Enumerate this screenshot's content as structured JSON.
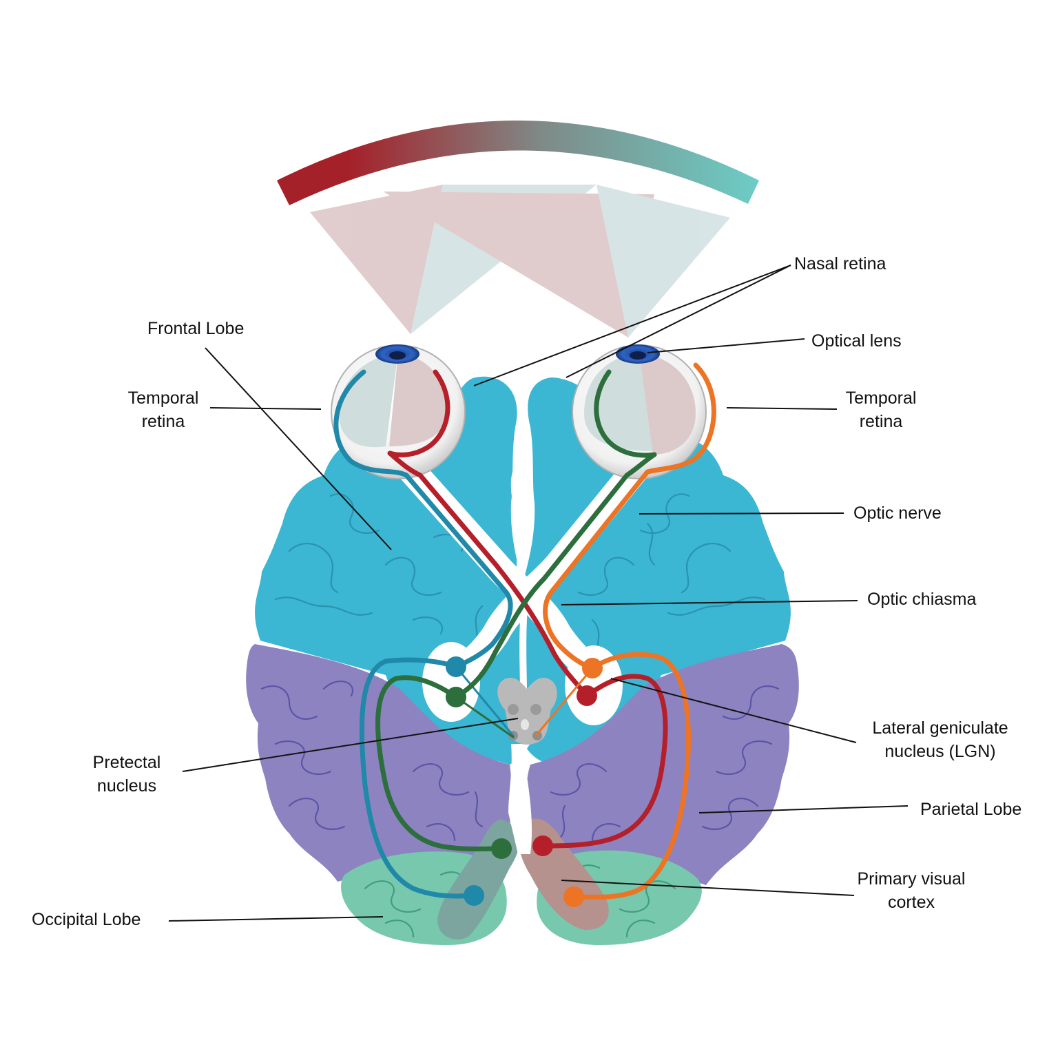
{
  "labels": {
    "nasal_retina": "Nasal retina",
    "frontal_lobe": "Frontal Lobe",
    "optical_lens": "Optical lens",
    "temporal_retina_left": [
      "Temporal",
      "retina"
    ],
    "temporal_retina_right": [
      "Temporal",
      "retina"
    ],
    "optic_nerve": "Optic nerve",
    "optic_chiasma": "Optic chiasma",
    "lgn": [
      "Lateral geniculate",
      "nucleus (LGN)"
    ],
    "pretectal_nucleus": [
      "Pretectal",
      "nucleus"
    ],
    "parietal_lobe": "Parietal Lobe",
    "primary_visual_cortex": [
      "Primary visual",
      "cortex"
    ],
    "occipital_lobe": "Occipital Lobe"
  },
  "colors": {
    "frontal_lobe": "#3bb6d3",
    "parietal_lobe": "#8c83c0",
    "occipital_lobe": "#77c8ac",
    "pathway_blue": "#2088a8",
    "pathway_red": "#b51f2a",
    "pathway_green": "#2c6e3c",
    "pathway_orange": "#ec7424",
    "field_red": "#a5212a",
    "field_teal": "#6ccdc6",
    "iris": "#2f63c4",
    "pretectal": "#b9b9b9"
  }
}
